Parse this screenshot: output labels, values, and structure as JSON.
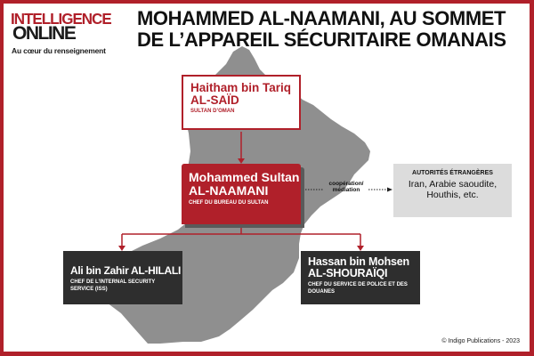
{
  "logo": {
    "top": "INTELLIGENCE",
    "bottom": "ONLINE",
    "tagline": "Au cœur du renseignement"
  },
  "title": {
    "line1": "MOHAMMED AL-NAAMANI, AU SOMMET",
    "line2": "DE L’APPAREIL SÉCURITAIRE OMANAIS"
  },
  "nodes": {
    "sultan": {
      "name1": "Haitham bin Tariq",
      "name2": "AL-SAÏD",
      "role": "SULTAN D’OMAN"
    },
    "naamani": {
      "name1": "Mohammed Sultan",
      "name2": "AL-NAAMANI",
      "role": "CHEF DU BUREAU DU SULTAN"
    },
    "foreign": {
      "heading": "AUTORITÉS ÉTRANGÈRES",
      "body": "Iran, Arabie saoudite, Houthis, etc."
    },
    "hilali": {
      "name1": "Ali bin Zahir AL-HILALI",
      "role": "CHEF DE L’INTERNAL SECURITY SERVICE (ISS)"
    },
    "shouraiqi": {
      "name1": "Hassan bin Mohsen",
      "name2": "AL-SHOURAÏQI",
      "role": "CHEF DU SERVICE DE POLICE ET DES DOUANES"
    }
  },
  "edges": {
    "cooperation_label": "coopération/ médiation"
  },
  "colors": {
    "brand_red": "#b0202a",
    "map_gray": "#8f8f8f",
    "dark_box": "#2e2e2e",
    "light_box": "#dcdcdc"
  },
  "footer": {
    "copyright": "© Indigo Publications - 2023"
  }
}
